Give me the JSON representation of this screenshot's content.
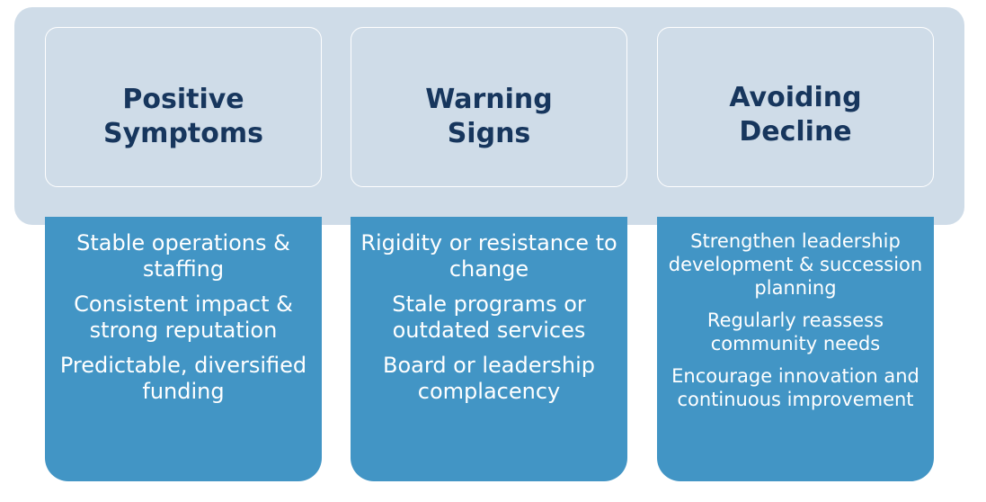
{
  "columns": [
    {
      "title_lines": [
        "Positive",
        "Symptoms"
      ],
      "items": [
        "Stable operations & staffing",
        "Consistent impact & strong reputation",
        "Predictable, diversified funding"
      ]
    },
    {
      "title_lines": [
        "Warning",
        "Signs"
      ],
      "items": [
        "Rigidity or resistance to change",
        "Stale programs or outdated services",
        "Board or leadership complacency"
      ]
    },
    {
      "title_lines": [
        "Avoiding",
        "Decline"
      ],
      "items": [
        "Strengthen leadership development & succession planning",
        "Regularly reassess community needs",
        "Encourage innovation and continuous improvement"
      ]
    }
  ],
  "colors": {
    "band": "#cfdce8",
    "header_text": "#17365d",
    "body_fill": "#4295c5",
    "body_text": "#ffffff"
  }
}
